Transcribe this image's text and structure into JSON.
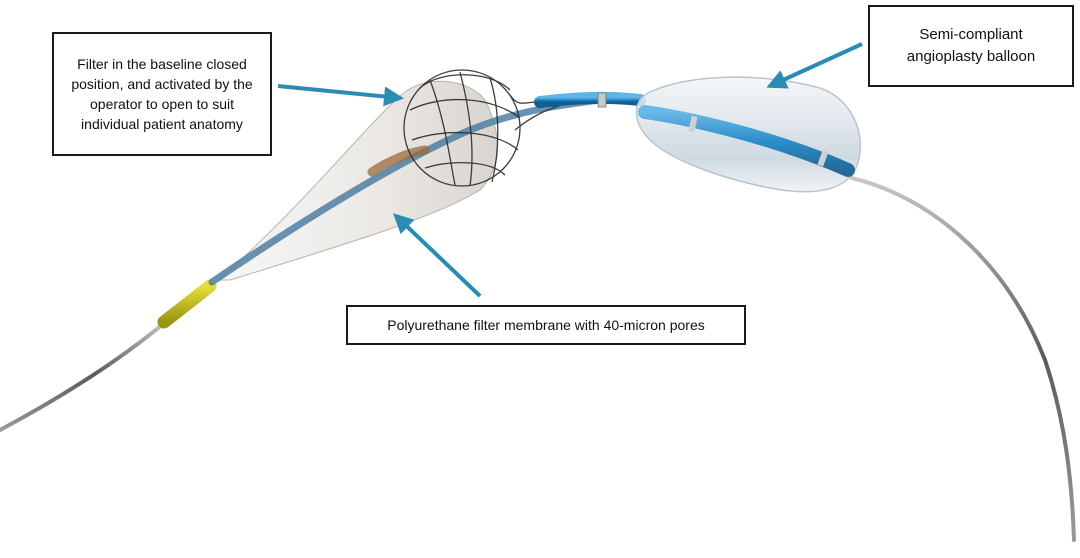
{
  "labels": {
    "filter": "Filter in the baseline closed\nposition, and activated by the\noperator to open to suit\nindividual patient anatomy",
    "balloon": "Semi-compliant\nangioplasty balloon",
    "membrane": "Polyurethane filter membrane with 40-micron pores"
  },
  "colors": {
    "arrow": "#2a8bb5",
    "shaft_blue": "#1e88c8",
    "marker_yellow": "#c9c21a",
    "wire": "#7d7d7d",
    "box_border": "#1a1a1a"
  }
}
